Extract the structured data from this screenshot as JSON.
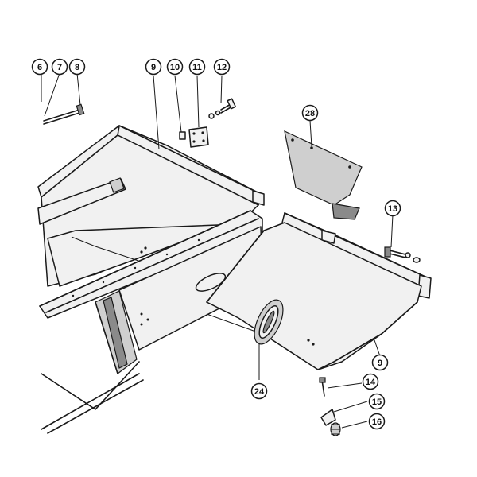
{
  "diagram": {
    "callouts": [
      {
        "id": "c6",
        "label": "6"
      },
      {
        "id": "c7",
        "label": "7"
      },
      {
        "id": "c8",
        "label": "8"
      },
      {
        "id": "c9a",
        "label": "9"
      },
      {
        "id": "c10",
        "label": "10"
      },
      {
        "id": "c11",
        "label": "11"
      },
      {
        "id": "c12",
        "label": "12"
      },
      {
        "id": "c28",
        "label": "28"
      },
      {
        "id": "c13",
        "label": "13"
      },
      {
        "id": "c9b",
        "label": "9"
      },
      {
        "id": "c14",
        "label": "14"
      },
      {
        "id": "c15",
        "label": "15"
      },
      {
        "id": "c16",
        "label": "16"
      },
      {
        "id": "c24",
        "label": "24"
      }
    ]
  }
}
